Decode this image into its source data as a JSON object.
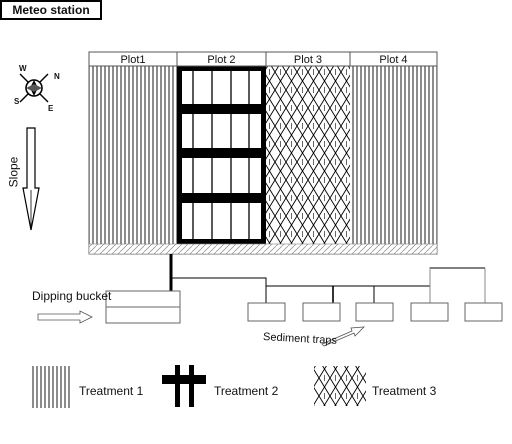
{
  "meteo_label": "Meteo station",
  "plots": [
    "Plot1",
    "Plot 2",
    "Plot 3",
    "Plot 4"
  ],
  "compass": {
    "n": "N",
    "s": "S",
    "e": "E",
    "w": "W"
  },
  "slope_label": "Slope",
  "dipping_bucket_label": "Dipping bucket",
  "sediment_traps_label": "Sediment traps",
  "legend": [
    {
      "label": "Treatment 1",
      "icon": "vertical-lines-pattern"
    },
    {
      "label": "Treatment 2",
      "icon": "black-frame-pattern"
    },
    {
      "label": "Treatment 3",
      "icon": "crosshatch-pattern"
    }
  ]
}
